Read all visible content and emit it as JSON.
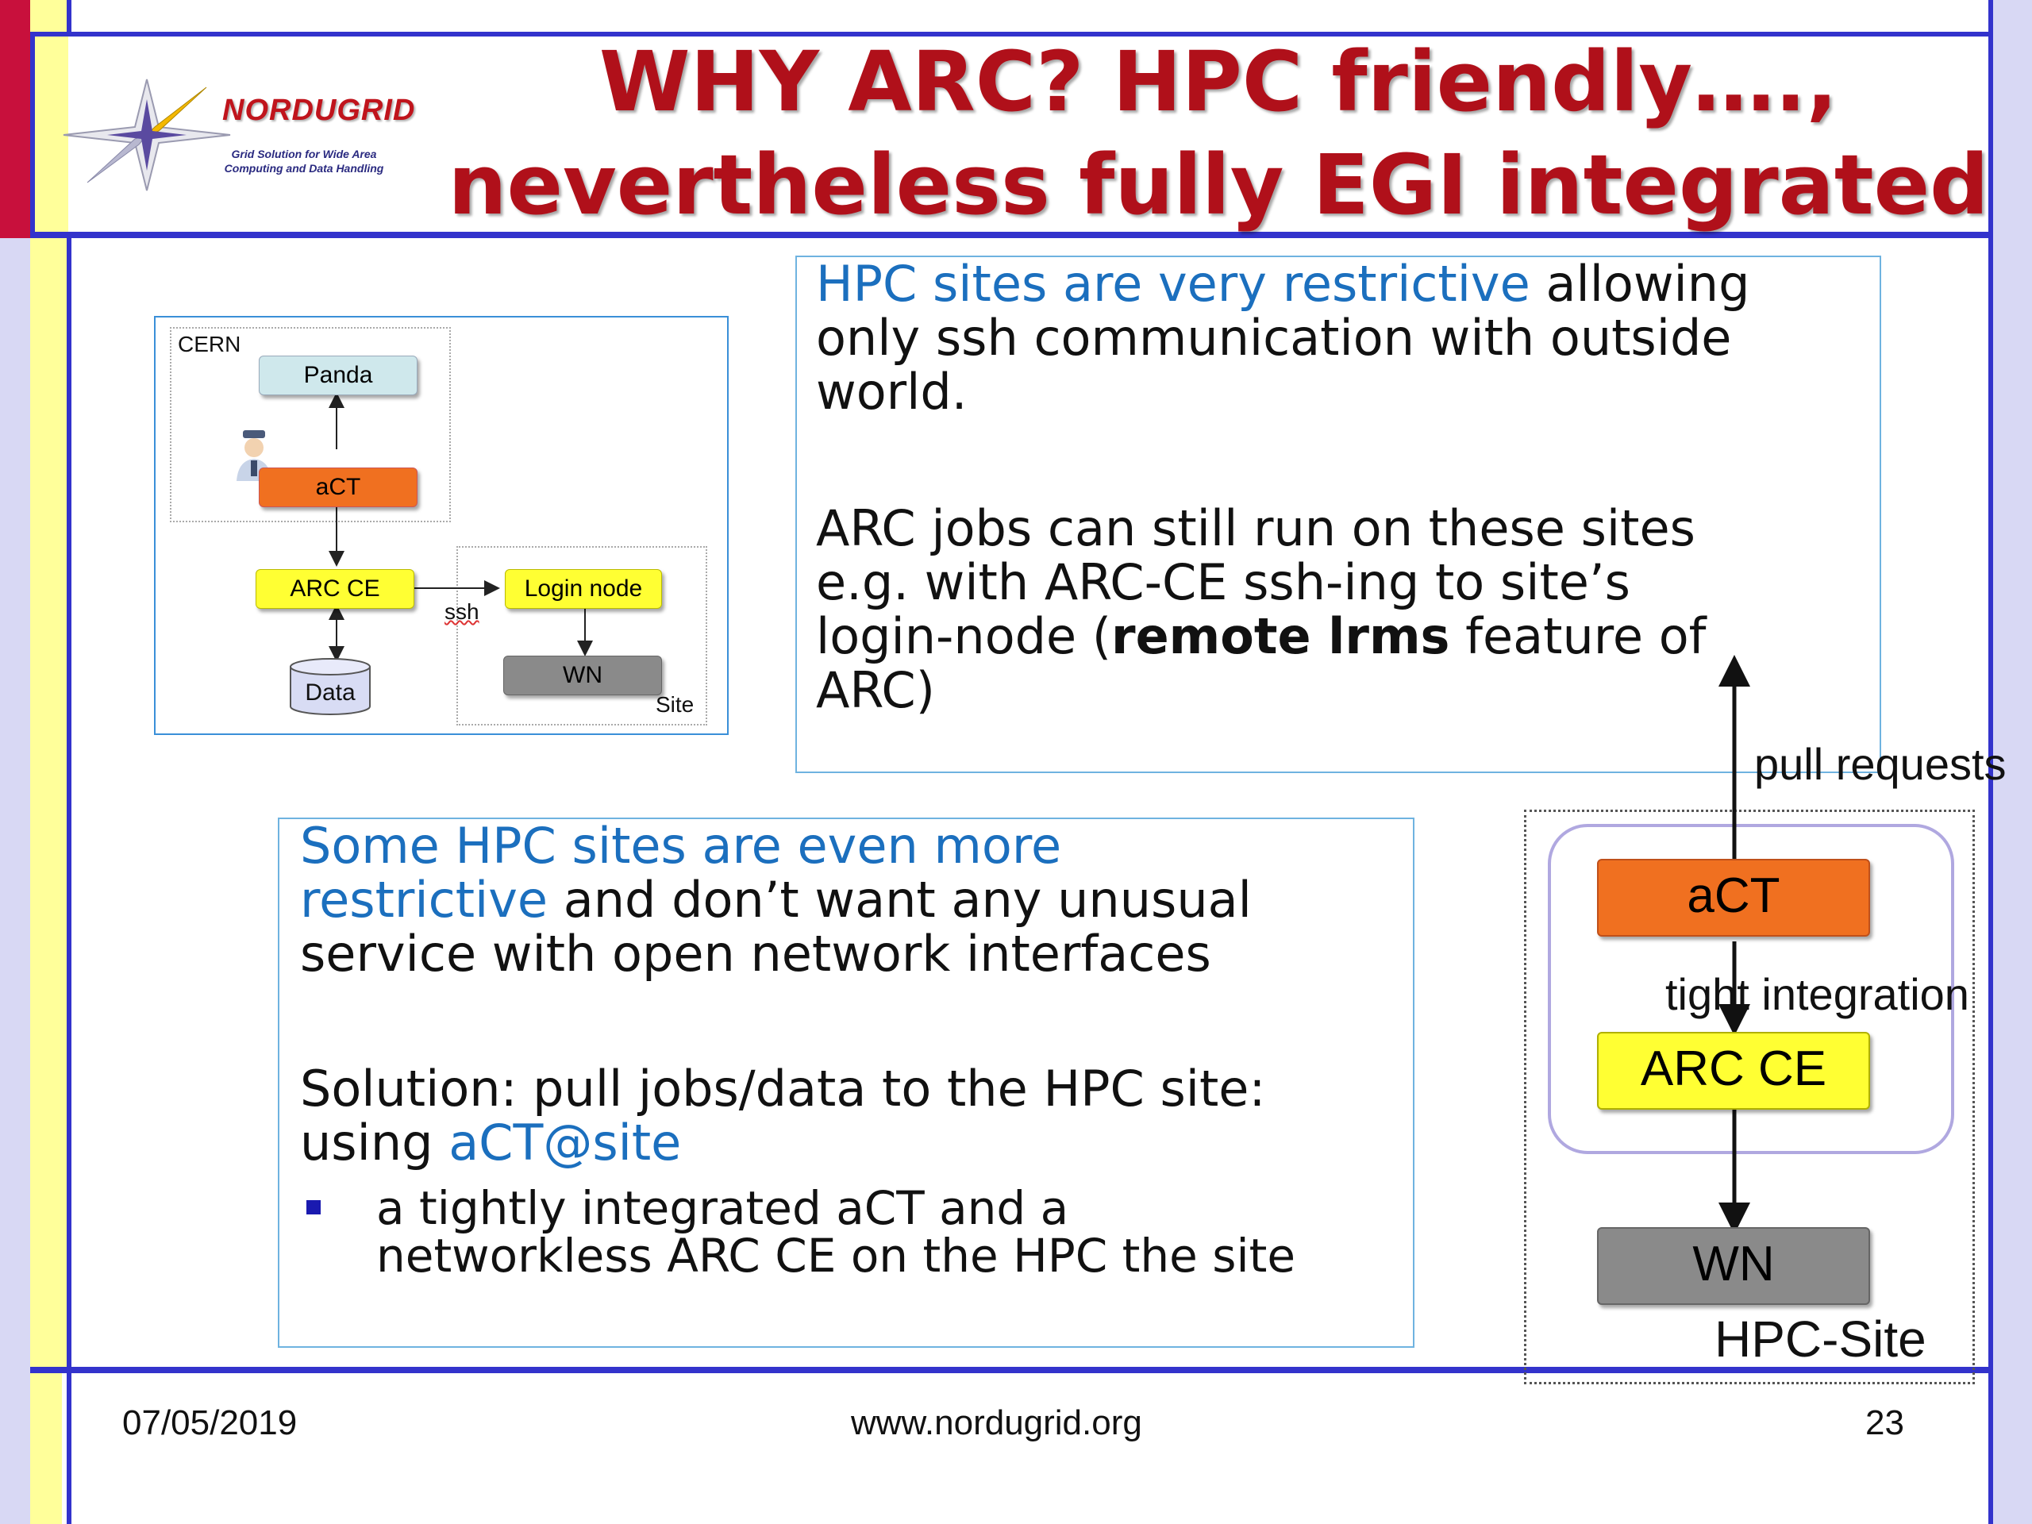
{
  "title": {
    "line1": "WHY ARC?  HPC friendly….,",
    "line2": "nevertheless fully EGI integrated"
  },
  "logo": {
    "name": "NORDUGRID",
    "tagline_line1": "Grid Solution for Wide Area",
    "tagline_line2": "Computing and Data Handling",
    "icon": "star-logo-icon"
  },
  "box1": {
    "highlight": "HPC sites are very restrictive",
    "rest_line1": " allowing",
    "line2": "only ssh communication with outside",
    "line3": "world.",
    "para2_line1": "ARC jobs can still run on these sites",
    "para2_line2": "e.g. with ARC-CE ssh-ing to site’s",
    "para2_line3_pre": "login-node (",
    "para2_bold": "remote lrms",
    "para2_line3_post": " feature of",
    "para2_line4": "ARC)"
  },
  "box2": {
    "highlight_line1": "Some HPC sites are even more",
    "highlight_line2": "restrictive",
    "rest_line2": " and don’t want any unusual",
    "line3": "service with open network interfaces",
    "solution_line1": "Solution: pull jobs/data to the HPC site:",
    "solution_line2_pre": "using ",
    "solution_link": "aCT@site",
    "bullet_line1": "a tightly integrated aCT and a",
    "bullet_line2": "networkless ARC CE on the HPC the site"
  },
  "small_diagram": {
    "cern_label": "CERN",
    "panda": "Panda",
    "act": "aCT",
    "arcce": "ARC CE",
    "login": "Login node",
    "ssh": "ssh",
    "data": "Data",
    "wn": "WN",
    "site": "Site",
    "icon": "operator-person-icon"
  },
  "right_diagram": {
    "pull_requests": "pull requests",
    "act": "aCT",
    "tight": "tight integration",
    "arcce": "ARC CE",
    "wn": "WN",
    "hpc_site": "HPC-Site"
  },
  "footer": {
    "date": "07/05/2019",
    "url": "www.nordugrid.org",
    "page": "23"
  },
  "colors": {
    "title_red": "#b0101a",
    "frame_blue": "#3333cc",
    "highlight_blue": "#1b6fbe",
    "act_orange": "#f07020",
    "arcce_yellow": "#ffff33",
    "wn_gray": "#8a8a8a",
    "panda_lightblue": "#cfe8ec"
  }
}
